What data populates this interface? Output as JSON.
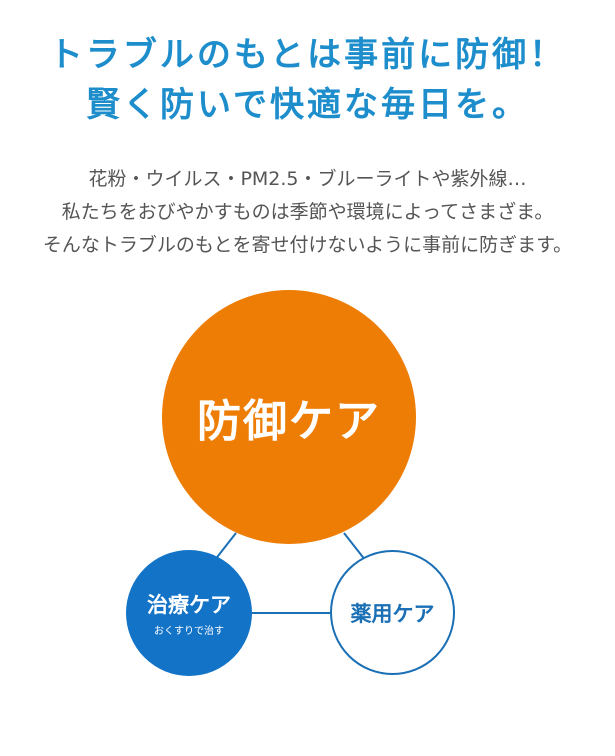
{
  "headline": {
    "line1": "トラブルのもとは事前に防御！",
    "line2": "賢く防いで快適な毎日を。"
  },
  "intro": {
    "line1": "花粉・ウイルス・PM2.5・ブルーライトや紫外線…",
    "line2": "私たちをおびやかすものは季節や環境によってさまざま。",
    "line3": "そんなトラブルのもとを寄せ付けないように事前に防ぎます。"
  },
  "diagram": {
    "main": {
      "label": "防御ケア",
      "color": "#ee7d05"
    },
    "left": {
      "label": "治療ケア",
      "sub": "おくすりで治す",
      "color": "#1373c7"
    },
    "right": {
      "label": "薬用ケア",
      "color": "#1a6fb5"
    },
    "line_color": "#1a6fb5"
  }
}
